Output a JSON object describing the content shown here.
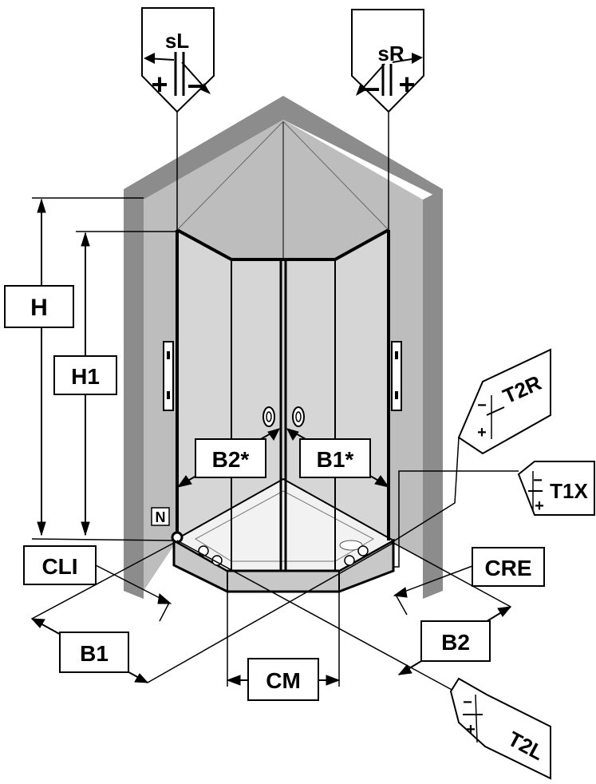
{
  "labels": {
    "sL": "sL",
    "sR": "sR",
    "H": "H",
    "H1": "H1",
    "B2_star": "B2*",
    "B1_star": "B1*",
    "T2R": "T2R",
    "T1X": "T1X",
    "T2L": "T2L",
    "N": "N",
    "CLI": "CLI",
    "CRE": "CRE",
    "B1": "B1",
    "B2": "B2",
    "CM": "CM"
  },
  "signs": {
    "plus": "+",
    "minus": "−"
  },
  "colors": {
    "wall_top": "#8c8c8c",
    "wall_face": "#bdbdbd",
    "wall_inner": "#d6d6d6",
    "tray_front": "#c8c8c8",
    "line": "#000000"
  }
}
